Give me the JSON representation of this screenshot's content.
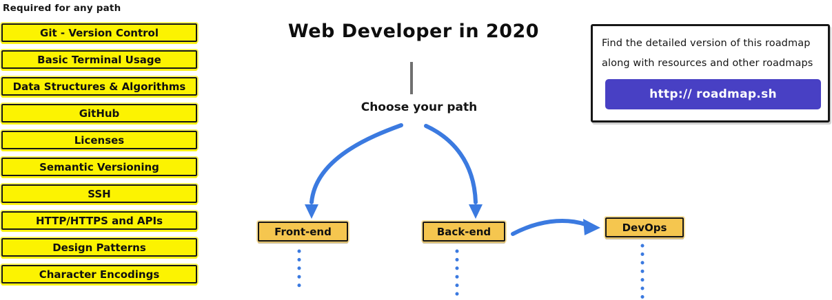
{
  "left_panel": {
    "heading": "Required for any path",
    "items": [
      "Git - Version Control",
      "Basic Terminal Usage",
      "Data Structures & Algorithms",
      "GitHub",
      "Licenses",
      "Semantic Versioning",
      "SSH",
      "HTTP/HTTPS and APIs",
      "Design Patterns",
      "Character Encodings"
    ]
  },
  "center": {
    "title": "Web Developer in 2020",
    "choose_label": "Choose your path",
    "paths": [
      {
        "label": "Front-end"
      },
      {
        "label": "Back-end"
      },
      {
        "label": "DevOps"
      }
    ]
  },
  "info_box": {
    "line1": "Find the detailed version of this roadmap",
    "line2": "along with resources and other roadmaps",
    "button_label": "http:// roadmap.sh"
  },
  "colors": {
    "yellow": "#FCF301",
    "node-orange": "#F5C64F",
    "blue": "#3B7AE0",
    "purple": "#4840C4",
    "gray-line": "#707070",
    "ink": "#161616",
    "background": "#FFFFFF"
  }
}
